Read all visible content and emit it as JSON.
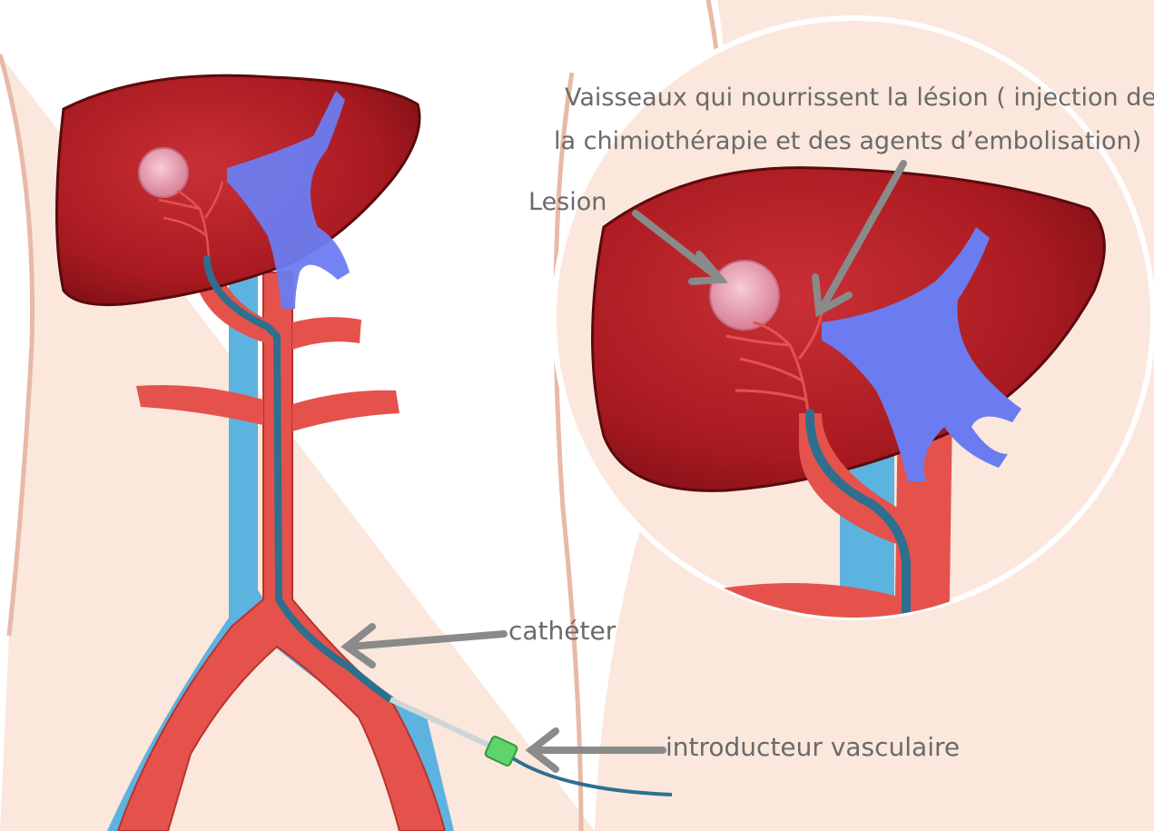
{
  "labels": {
    "vessels_line1": "Vaisseaux qui nourrissent la lésion ( injection de",
    "vessels_line2": "la chimiothérapie et des agents d’embolisation)",
    "lesion": "Lesion",
    "catheter": "cathéter",
    "introducer": "introducteur vasculaire"
  },
  "colors": {
    "skin": "#fbe7dc",
    "skin_outline": "#e8b9a6",
    "liver": "#b51f24",
    "liver_dark": "#7e1015",
    "artery": "#e5524c",
    "artery_dark": "#b8332f",
    "vein": "#5db3e0",
    "portal_vein": "#6b7cf0",
    "catheter": "#2f6f8e",
    "introducer": "#5fd46a",
    "arrow": "#8a8a8a",
    "text": "#6a6a6a"
  }
}
